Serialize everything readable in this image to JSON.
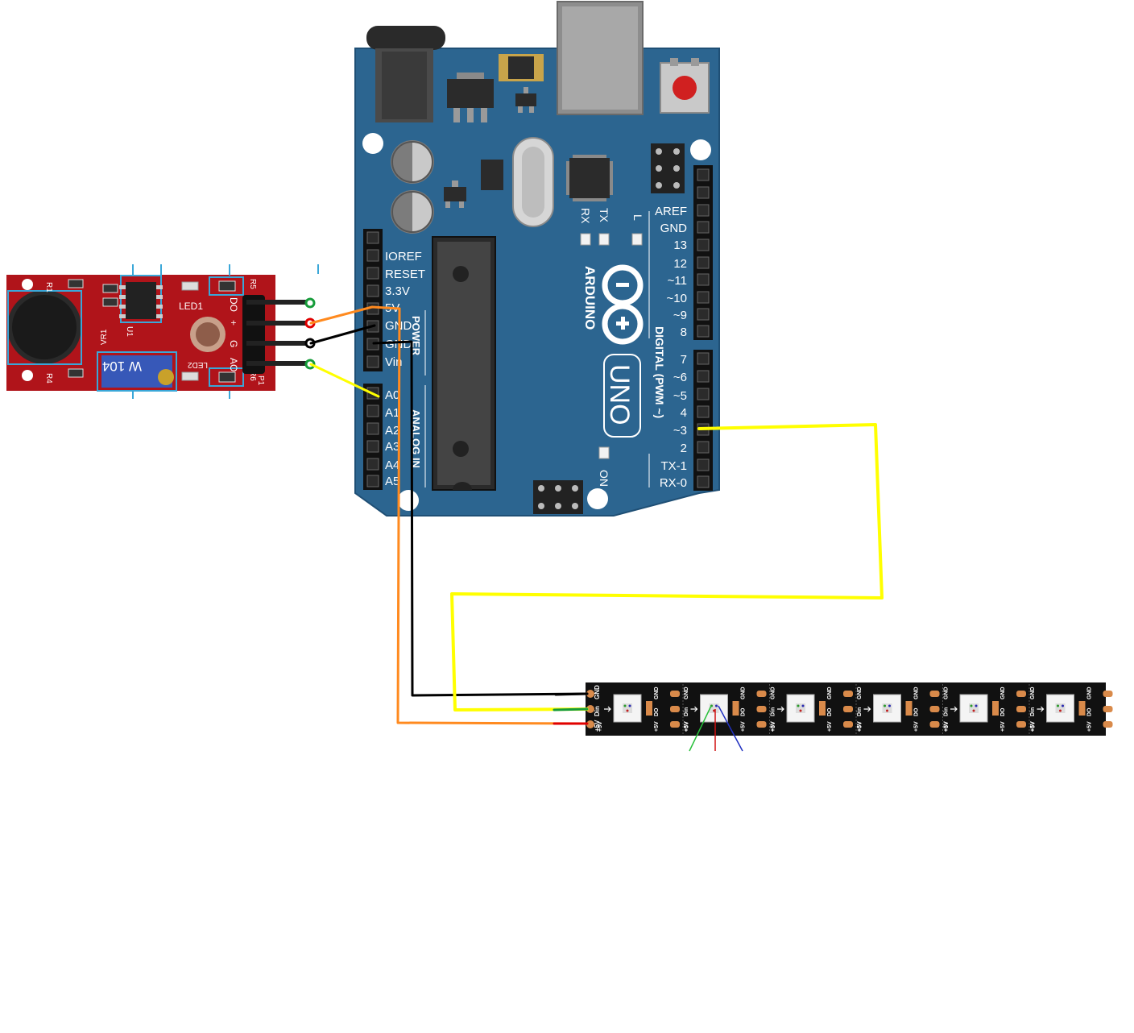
{
  "arduino": {
    "brand": "ARDUINO",
    "model": "UNO",
    "leds": {
      "rx": "RX",
      "tx": "TX",
      "l": "L",
      "on": "ON"
    },
    "power_header": {
      "title": "POWER",
      "pins": [
        "IOREF",
        "RESET",
        "3.3V",
        "5V",
        "GND",
        "GND",
        "Vin"
      ]
    },
    "analog_header": {
      "title": "ANALOG IN",
      "pins": [
        "A0",
        "A1",
        "A2",
        "A3",
        "A4",
        "A5"
      ]
    },
    "digital_header": {
      "title": "DIGITAL (PWM ~)",
      "pins_top": [
        "AREF",
        "GND",
        "13",
        "12",
        "~11",
        "~10",
        "~9",
        "8"
      ],
      "pins_bottom": [
        "7",
        "~6",
        "~5",
        "4",
        "~3",
        "2",
        "TX-1",
        "RX-0"
      ]
    }
  },
  "sound_module": {
    "silkscreen": {
      "led1": "LED1",
      "led2": "LED2",
      "vr1": "VR1",
      "u1": "U1",
      "r1": "R1",
      "r4": "R4",
      "r5": "R5",
      "r6": "R6",
      "p1": "P1"
    },
    "pot_marking": "W 104",
    "pins": [
      "DO",
      "+",
      "G",
      "AO"
    ]
  },
  "led_strip": {
    "pad_labels": [
      "GND",
      "Din",
      "+5V"
    ],
    "segment_labels": {
      "gnd": "GND",
      "din": "Din",
      "do": "DO",
      "v5": "+5V"
    },
    "pixel_count": 6
  },
  "colors": {
    "board_blue": "#2c6590",
    "board_edge": "#1f4f75",
    "header_black": "#111111",
    "module_red": "#b0141a",
    "strip_black": "#111111",
    "wire_yellow": "#ffff00",
    "wire_orange": "#ff8a1f",
    "wire_black": "#000000",
    "wire_green": "#169c3a",
    "wire_red": "#e00000",
    "highlight_cyan": "#3aa7d8"
  },
  "icon_names": [
    "arduino-infinity-logo-icon",
    "microphone-icon",
    "reset-button-icon",
    "usb-port-icon",
    "power-jack-icon"
  ]
}
